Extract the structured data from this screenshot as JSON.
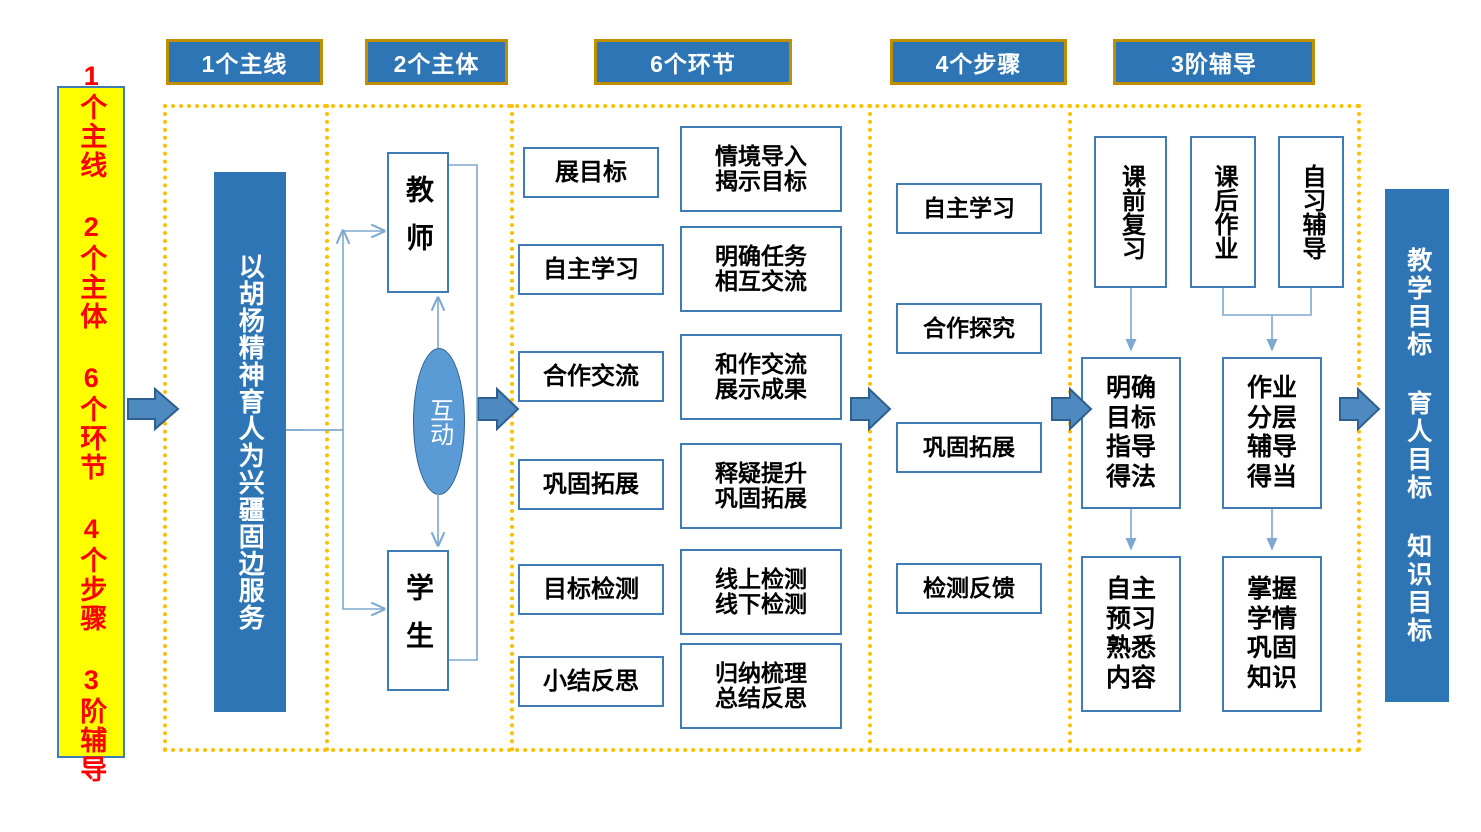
{
  "headers": [
    {
      "label": "1个主线"
    },
    {
      "label": "2个主体"
    },
    {
      "label": "6个环节"
    },
    {
      "label": "4个步骤"
    },
    {
      "label": "3阶辅导"
    }
  ],
  "left_banner": {
    "text": "1个主线 2个主体 6个环节 4个步骤 3阶辅导"
  },
  "main_line": {
    "text": "以胡杨精神育人为兴疆固边服务"
  },
  "subjects": {
    "teacher": "教师",
    "student": "学生",
    "interaction": "互动"
  },
  "links": {
    "col3": [
      {
        "label": "展目标",
        "detail_line1": "情境导入",
        "detail_line2": "揭示目标"
      },
      {
        "label": "自主学习",
        "detail_line1": "明确任务",
        "detail_line2": "相互交流"
      },
      {
        "label": "合作交流",
        "detail_line1": "和作交流",
        "detail_line2": "展示成果"
      },
      {
        "label": "巩固拓展",
        "detail_line1": "释疑提升",
        "detail_line2": "巩固拓展"
      },
      {
        "label": "目标检测",
        "detail_line1": "线上检测",
        "detail_line2": "线下检测"
      },
      {
        "label": "小结反思",
        "detail_line1": "归纳梳理",
        "detail_line2": "总结反思"
      }
    ]
  },
  "steps": [
    {
      "label": "自主学习"
    },
    {
      "label": "合作探究"
    },
    {
      "label": "巩固拓展"
    },
    {
      "label": "检测反馈"
    }
  ],
  "tutoring": {
    "top": [
      {
        "label": "课前复习"
      },
      {
        "label": "课后作业"
      },
      {
        "label": "自习辅导"
      }
    ],
    "middle": [
      {
        "l1": "明确",
        "l2": "目标",
        "l3": "指导",
        "l4": "得法"
      },
      {
        "l1": "作业",
        "l2": "分层",
        "l3": "辅导",
        "l4": "得当"
      }
    ],
    "bottom": [
      {
        "l1": "自主",
        "l2": "预习",
        "l3": "熟悉",
        "l4": "内容"
      },
      {
        "l1": "掌握",
        "l2": "学情",
        "l3": "巩固",
        "l4": "知识"
      }
    ]
  },
  "goals": {
    "text": "教学目标 育人目标 知识目标"
  },
  "colors": {
    "chip_fill": "#2E75B6",
    "chip_border": "#BF8F00",
    "banner_fill": "#FFFF00",
    "banner_text": "#FF0000",
    "dotted_border": "#FFC000",
    "box_border": "#3F7CB5",
    "ellipse_fill": "#5B9BD5",
    "arrow_fill": "#4E89C0",
    "arrow_stroke": "#2F5F8F",
    "connector": "#7FA9D0"
  }
}
